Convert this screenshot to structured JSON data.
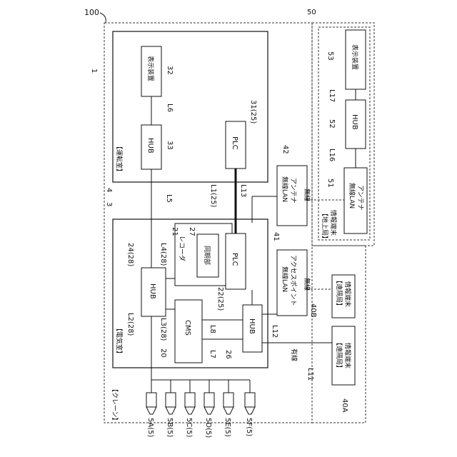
{
  "labels": {
    "system": "100",
    "crane_num": "1",
    "ground_num": "50",
    "crane_title": "【クレーン】",
    "operator_room": "【運転室】",
    "electric_room": "【電気室】",
    "ground_station": "【地上局】",
    "ground_terminal": "情報端末",
    "remote_a_title": "【遠隔局】",
    "remote_a_term": "情報端末",
    "remote_b_title": "【遠隔局】",
    "remote_b_term": "情報端末",
    "disp_op": "表示装置",
    "hub_op": "HUB",
    "plc_op": "PLC",
    "disp_gr": "表示装置",
    "hub_gr": "HUB",
    "lan_gr_1": "無線LAN",
    "lan_gr_2": "アンテナ",
    "lan_ant_1": "無線LAN",
    "lan_ant_2": "アンテナ",
    "ap_1": "無線LAN",
    "ap_2": "アクセスポイント",
    "hub_el": "HUB",
    "cms": "CMS",
    "recorder": "レコーダ",
    "sync": "同期部",
    "plc_el": "PLC",
    "hub2": "HUB",
    "wireless1": "無線",
    "wireless2": "無線",
    "wired": "有線"
  },
  "refs": {
    "n32": "32",
    "l6": "L6",
    "n33": "33",
    "n31": "31(25)",
    "n4": "4",
    "l5": "L5",
    "l1": "L1(25)",
    "l13": "L13",
    "n42": "42",
    "n3": "3",
    "n21": "21",
    "n27": "27",
    "n24": "24(28)",
    "l4": "L4(28)",
    "n41": "41",
    "n22": "22(25)",
    "l2": "L2(28)",
    "l3": "L3(28)",
    "l8": "L8",
    "n20": "20",
    "l7": "L7",
    "n26": "26",
    "l12": "L12",
    "n40b": "40B",
    "l11": "L11",
    "n40a": "40A",
    "n53": "53",
    "l17": "L17",
    "n52": "52",
    "l16": "L16",
    "n51": "51"
  },
  "sensors": [
    "5A(5)",
    "5B(5)",
    "5C(5)",
    "5D(5)",
    "5E(5)",
    "5F(5)"
  ]
}
